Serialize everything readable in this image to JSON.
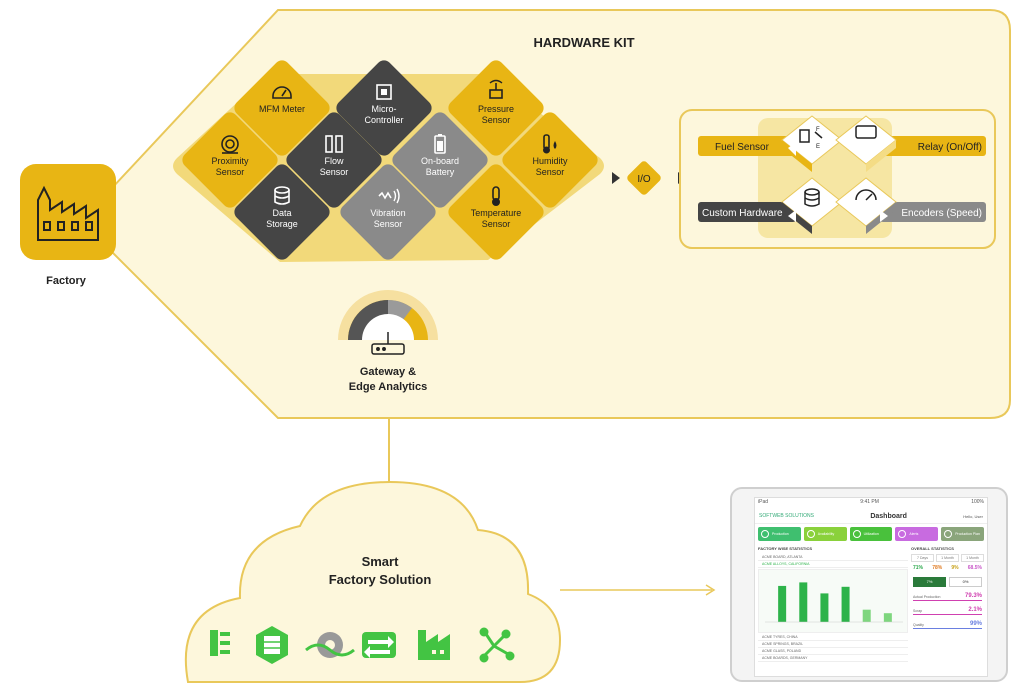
{
  "hardware_kit": {
    "title": "HARDWARE KIT",
    "factory_label": "Factory",
    "io_label": "I/O",
    "gateway": {
      "line1": "Gateway &",
      "line2": "Edge Analytics"
    },
    "tiles": [
      {
        "id": "mfm",
        "lines": [
          "MFM Meter"
        ]
      },
      {
        "id": "micro",
        "lines": [
          "Micro-",
          "Controller"
        ]
      },
      {
        "id": "pressure",
        "lines": [
          "Pressure",
          "Sensor"
        ]
      },
      {
        "id": "proximity",
        "lines": [
          "Proximity",
          "Sensor"
        ]
      },
      {
        "id": "flow",
        "lines": [
          "Flow",
          "Sensor"
        ]
      },
      {
        "id": "battery",
        "lines": [
          "On-board",
          "Battery"
        ]
      },
      {
        "id": "humidity",
        "lines": [
          "Humidity",
          "Sensor"
        ]
      },
      {
        "id": "storage",
        "lines": [
          "Data",
          "Storage"
        ]
      },
      {
        "id": "vibration",
        "lines": [
          "Vibration",
          "Sensor"
        ]
      },
      {
        "id": "temperature",
        "lines": [
          "Temperature",
          "Sensor"
        ]
      }
    ],
    "io_devices": {
      "fuel": "Fuel Sensor",
      "relay": "Relay (On/Off)",
      "custom": "Custom Hardware",
      "encoders": "Encoders (Speed)"
    }
  },
  "cloud": {
    "line1": "Smart",
    "line2": "Factory Solution"
  },
  "colors": {
    "yellow": "#e8b514",
    "panel_bg": "#fdf7dc",
    "panel_border": "#e9c85a",
    "dark": "#454545",
    "grey": "#8a8a8a",
    "green": "#43c443",
    "icon": "#222222"
  },
  "dashboard": {
    "status_left": "iPad",
    "status_center": "9:41 PM",
    "status_right": "100%",
    "brand": "SOFTWEB SOLUTIONS",
    "title": "Dashboard",
    "user": "Hello, User",
    "kpis": [
      {
        "label": "Production",
        "color": "#3fbf6f"
      },
      {
        "label": "Availability",
        "color": "#8ad13b"
      },
      {
        "label": "Utilization",
        "color": "#49c13c"
      },
      {
        "label": "Alerts",
        "color": "#c86be0"
      },
      {
        "label": "Production Plan",
        "color": "#8aa57b"
      }
    ],
    "left_title": "FACTORY WISE STATISTICS",
    "rows_top": [
      "ACME BOARD, ATLANTA",
      "ACME ALLOYS, CALIFORNIA"
    ],
    "rows_bottom": [
      "ACME TYRES, CHINA",
      "ACME SPRINGS, BRAZIL",
      "ACME GLASS, POLAND",
      "ACME BOARDS, GERMANY"
    ],
    "right_title": "OVERALL STATISTICS",
    "tabs": [
      "7 Days",
      "1 Month",
      "1 Month"
    ],
    "stats": [
      {
        "value": "71%",
        "color": "#2aa84a"
      },
      {
        "value": "78%",
        "color": "#e07b22"
      },
      {
        "value": "9%",
        "color": "#c8a21a"
      },
      {
        "value": "68.5%",
        "color": "#c858c8"
      }
    ],
    "buttons": [
      "7%",
      "0%"
    ],
    "metrics": [
      {
        "label": "Actual Production",
        "value": "79.3%",
        "color": "#d040b0"
      },
      {
        "label": "Scrap",
        "value": "2.1%",
        "color": "#d040b0"
      },
      {
        "label": "Quality",
        "value": "99%",
        "color": "#6a7fe0"
      }
    ],
    "bars": [
      0.82,
      0.9,
      0.65,
      0.8,
      0.28,
      0.2
    ]
  }
}
